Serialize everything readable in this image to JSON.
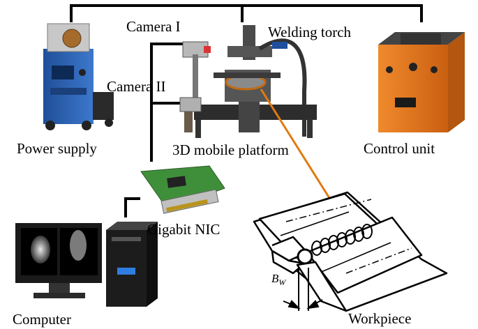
{
  "labels": {
    "camera_1": "Camera I",
    "camera_2": "Camera II",
    "welding_torch": "Welding torch",
    "power_supply": "Power supply",
    "platform": "3D mobile platform",
    "control_unit": "Control unit",
    "nic": "Gigabit NIC",
    "computer": "Computer",
    "workpiece": "Workpiece",
    "bw_main": "B",
    "bw_sub": "W"
  },
  "colors": {
    "wire": "#000000",
    "link_line": "#e07b12",
    "power_supply_body": "#2c63b5",
    "control_unit_body": "#e8781e",
    "platform_frame": "#3a3a3a",
    "nic_board": "#3f8f3a"
  },
  "icons": [
    "power-supply-machine",
    "camera-device",
    "welding-torch",
    "mobile-platform",
    "control-box",
    "network-card",
    "desktop-computer",
    "weld-workpiece"
  ]
}
